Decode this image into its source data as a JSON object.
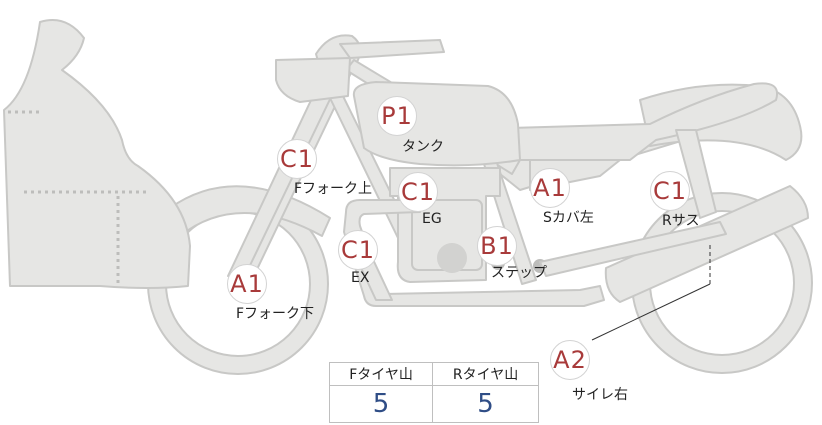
{
  "points": [
    {
      "grade": "P1",
      "part": "タンク"
    },
    {
      "grade": "C1",
      "part": "Fフォーク上"
    },
    {
      "grade": "C1",
      "part": "EG"
    },
    {
      "grade": "A1",
      "part": "Sカバ左"
    },
    {
      "grade": "C1",
      "part": "Rサス"
    },
    {
      "grade": "B1",
      "part": "ステップ"
    },
    {
      "grade": "C1",
      "part": "EX"
    },
    {
      "grade": "A1",
      "part": "Fフォーク下"
    },
    {
      "grade": "A2",
      "part": "サイレ右"
    }
  ],
  "tread": {
    "front_label": "Fタイヤ山",
    "rear_label": "Rタイヤ山",
    "front_value": "5",
    "rear_value": "5"
  },
  "colors": {
    "body_fill": "#e6e6e4",
    "body_stroke": "#c8c8c6",
    "grade_text": "#a83a3a",
    "value_text": "#2f4d86"
  }
}
